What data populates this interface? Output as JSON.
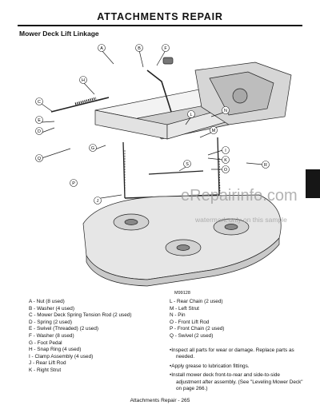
{
  "header": {
    "title": "ATTACHMENTS REPAIR"
  },
  "section": {
    "title": "Mower Deck Lift Linkage"
  },
  "figure": {
    "id": "M99128",
    "callouts": [
      "A",
      "B",
      "C",
      "D",
      "E",
      "F",
      "G",
      "H",
      "I",
      "J",
      "K",
      "L",
      "M",
      "N",
      "O",
      "P",
      "Q",
      "R",
      "S"
    ]
  },
  "watermark": {
    "main": "eRepairinfo.com",
    "sub": "watermark only on this sample"
  },
  "legend_left": [
    "A - Nut (8 used)",
    "B - Washer (4 used)",
    "C - Mower Deck Spring Tension Rod (2 used)",
    "D - Spring (2 used)",
    "E - Swivel (Threaded) (2 used)",
    "F - Washer (8 used)",
    "G - Foot Pedal",
    "H - Snap Ring (4 used)",
    "I - Clamp Assembly (4 used)",
    "J - Rear Lift Rod",
    "K - Right Strut"
  ],
  "legend_right": [
    "L - Rear Chain (2 used)",
    "M - Left Strut",
    "N - Pin",
    "O - Front Lift Rod",
    "P - Front Chain (2 used)",
    "Q - Swivel (2 used)"
  ],
  "notes": [
    "Inspect all parts for wear or damage. Replace parts as needed.",
    "Apply grease to lubrication fittings.",
    "Install mower deck front-to-rear and side-to-side adjustment after assembly. (See \"Leveling Mower Deck\" on page 266.)"
  ],
  "footer": {
    "text": "Attachments Repair - 265"
  }
}
